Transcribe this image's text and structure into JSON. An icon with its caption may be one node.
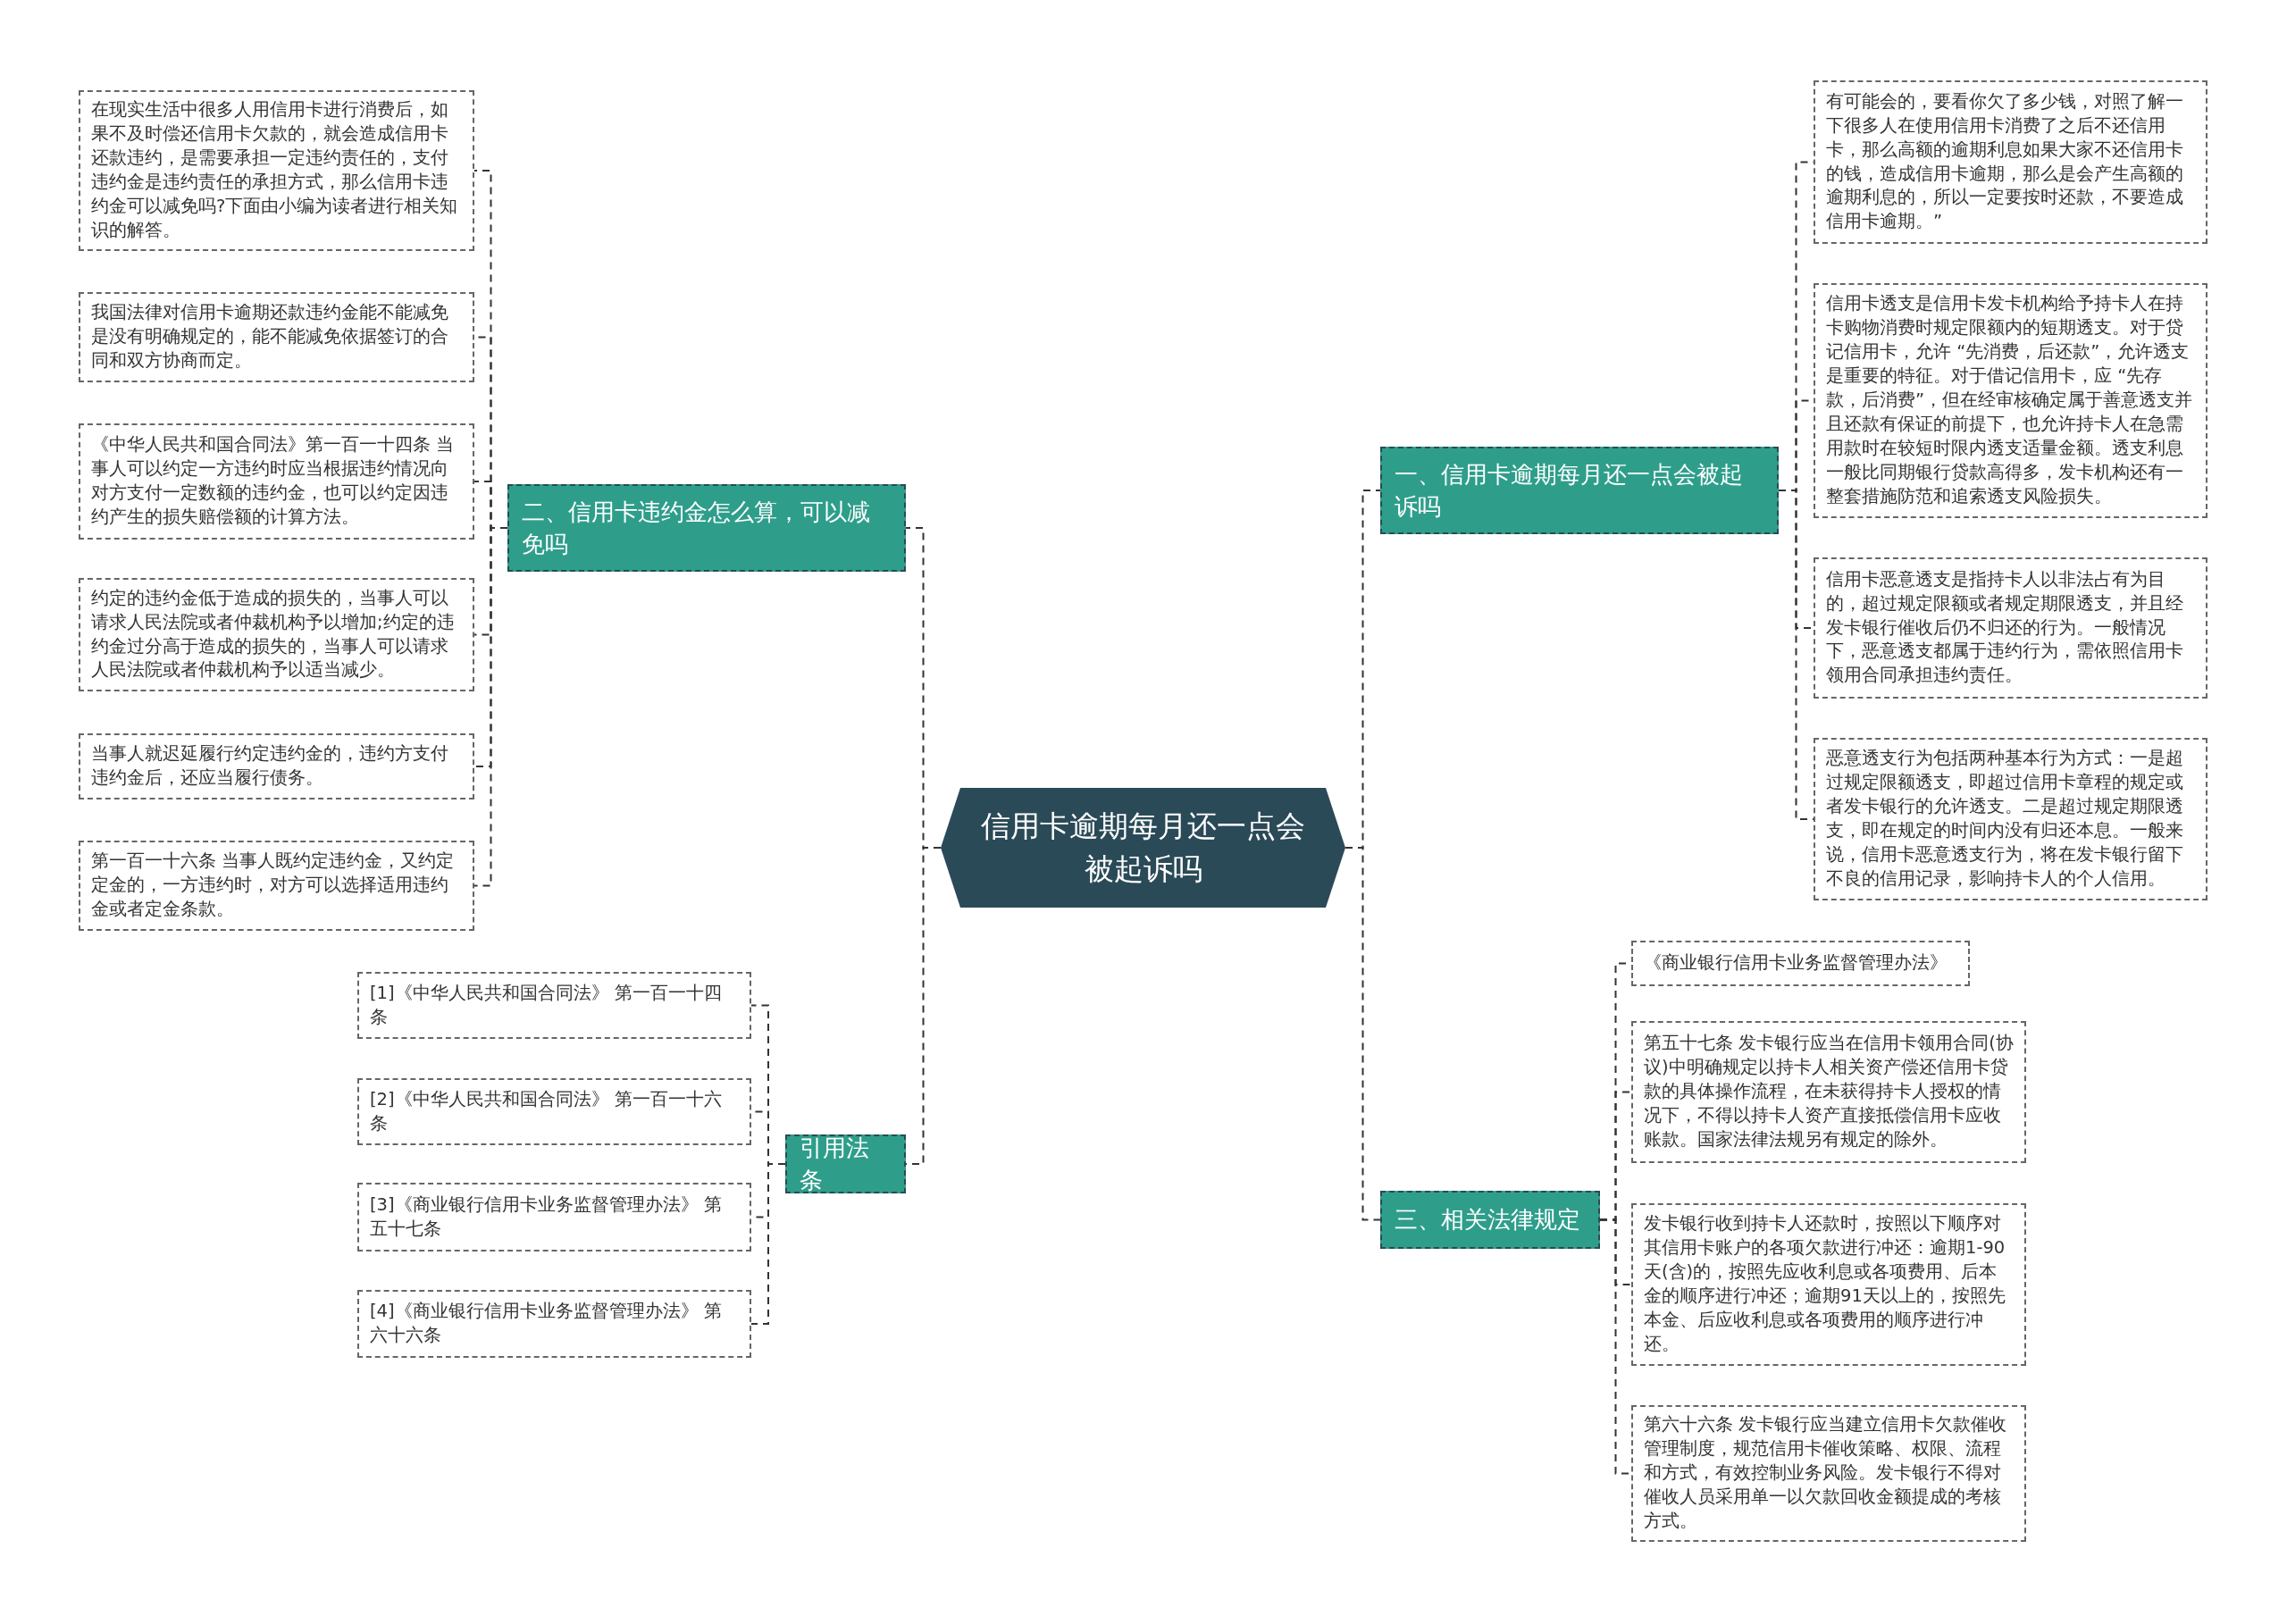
{
  "diagram": {
    "nodes": [
      {
        "text": [
          "信用卡逾期每月还一点会被起诉吗"
        ]
      },
      {
        "text": [
          "一、信用卡逾期每月还一点会被起诉吗"
        ]
      },
      {
        "text": [
          "有可能会的，要看你欠了多少钱，对照了解一下很多人在使用信用卡消费了之后不还信用卡，那么高额的逾期利息如果大家不还信用卡的钱，造成信用卡逾期，那么是会产生高额的逾期利息的，所以一定要按时还款，不要造成信用卡逾期。”"
        ]
      },
      {
        "text": [
          "信用卡透支是信用卡发卡机构给予持卡人在持卡购物消费时规定限额内的短期透支。对于贷记信用卡，允许 “先消费，后还款”，允许透支是重要的特征。对于借记信用卡，应 “先存款，后消费”，但在经审核确定属于善意透支并且还款有保证的前提下，也允许持卡人在急需用款时在较短时限内透支适量金额。透支利息一般比同期银行贷款高得多，发卡机构还有一整套措施防范和追索透支风险损失。"
        ]
      },
      {
        "text": [
          "信用卡恶意透支是指持卡人以非法占有为目的，超过规定限额或者规定期限透支，并且经发卡银行催收后仍不归还的行为。一般情况下，恶意透支都属于违约行为，需依照信用卡领用合同承担违约责任。"
        ]
      },
      {
        "text": [
          "恶意透支行为包括两种基本行为方式：一是超过规定限额透支，即超过信用卡章程的规定或者发卡银行的允许透支。二是超过规定期限透支，即在规定的时间内没有归还本息。一般来说，信用卡恶意透支行为，将在发卡银行留下不良的信用记录，影响持卡人的个人信用。"
        ]
      },
      {
        "text": [
          "二、信用卡违约金怎么算，可以减免吗"
        ]
      },
      {
        "text": [
          "在现实生活中很多人用信用卡进行消费后，如果不及时偿还信用卡欠款的，就会造成信用卡还款违约，是需要承担一定违约责任的，支付违约金是违约责任的承担方式，那么信用卡违约金可以减免吗?下面由小编为读者进行相关知识的解答。"
        ]
      },
      {
        "text": [
          "我国法律对信用卡逾期还款违约金能不能减免是没有明确规定的，能不能减免依据签订的合同和双方协商而定。"
        ]
      },
      {
        "text": [
          "《中华人民共和国合同法》第一百一十四条 当事人可以约定一方违约时应当根据违约情况向对方支付一定数额的违约金，也可以约定因违约产生的损失赔偿额的计算方法。"
        ]
      },
      {
        "text": [
          "约定的违约金低于造成的损失的，当事人可以请求人民法院或者仲裁机构予以增加;约定的违约金过分高于造成的损失的，当事人可以请求人民法院或者仲裁机构予以适当减少。"
        ]
      },
      {
        "text": [
          "当事人就迟延履行约定违约金的，违约方支付违约金后，还应当履行债务。"
        ]
      },
      {
        "text": [
          "第一百一十六条 当事人既约定违约金，又约定定金的，一方违约时，对方可以选择适用违约金或者定金条款。"
        ]
      },
      {
        "text": [
          "三、相关法律规定"
        ]
      },
      {
        "text": [
          "《商业银行信用卡业务监督管理办法》"
        ]
      },
      {
        "text": [
          "第五十七条 发卡银行应当在信用卡领用合同(协议)中明确规定以持卡人相关资产偿还信用卡贷款的具体操作流程，在未获得持卡人授权的情况下，不得以持卡人资产直接抵偿信用卡应收账款。国家法律法规另有规定的除外。"
        ]
      },
      {
        "text": [
          "发卡银行收到持卡人还款时，按照以下顺序对其信用卡账户的各项欠款进行冲还：逾期1-90天(含)的，按照先应收利息或各项费用、后本金的顺序进行冲还；逾期91天以上的，按照先本金、后应收利息或各项费用的顺序进行冲还。"
        ]
      },
      {
        "text": [
          "第六十六条 发卡银行应当建立信用卡欠款催收管理制度，规范信用卡催收策略、权限、流程和方式，有效控制业务风险。发卡银行不得对催收人员采用单一以欠款回收金额提成的考核方式。"
        ]
      },
      {
        "text": [
          "引用法条"
        ]
      },
      {
        "text": [
          "[1]《中华人民共和国合同法》 第一百一十四条"
        ]
      },
      {
        "text": [
          "[2]《中华人民共和国合同法》 第一百一十六条"
        ]
      },
      {
        "text": [
          "[3]《商业银行信用卡业务监督管理办法》 第五十七条"
        ]
      },
      {
        "text": [
          "[4]《商业银行信用卡业务监督管理办法》 第六十六条"
        ]
      }
    ],
    "edges": [
      {
        "from": 0,
        "to": 1,
        "arrow": "none"
      },
      {
        "from": 1,
        "to": 2,
        "arrow": "none"
      },
      {
        "from": 1,
        "to": 3,
        "arrow": "none"
      },
      {
        "from": 1,
        "to": 4,
        "arrow": "none"
      },
      {
        "from": 1,
        "to": 5,
        "arrow": "none"
      },
      {
        "from": 0,
        "to": 6,
        "arrow": "none"
      },
      {
        "from": 6,
        "to": 7,
        "arrow": "none"
      },
      {
        "from": 6,
        "to": 8,
        "arrow": "none"
      },
      {
        "from": 6,
        "to": 9,
        "arrow": "none"
      },
      {
        "from": 6,
        "to": 10,
        "arrow": "none"
      },
      {
        "from": 6,
        "to": 11,
        "arrow": "none"
      },
      {
        "from": 6,
        "to": 12,
        "arrow": "none"
      },
      {
        "from": 0,
        "to": 13,
        "arrow": "none"
      },
      {
        "from": 13,
        "to": 14,
        "arrow": "none"
      },
      {
        "from": 13,
        "to": 15,
        "arrow": "none"
      },
      {
        "from": 13,
        "to": 16,
        "arrow": "none"
      },
      {
        "from": 13,
        "to": 17,
        "arrow": "none"
      },
      {
        "from": 0,
        "to": 18,
        "arrow": "none"
      },
      {
        "from": 18,
        "to": 19,
        "arrow": "none"
      },
      {
        "from": 18,
        "to": 20,
        "arrow": "none"
      },
      {
        "from": 18,
        "to": 21,
        "arrow": "none"
      },
      {
        "from": 18,
        "to": 22,
        "arrow": "none"
      }
    ]
  }
}
